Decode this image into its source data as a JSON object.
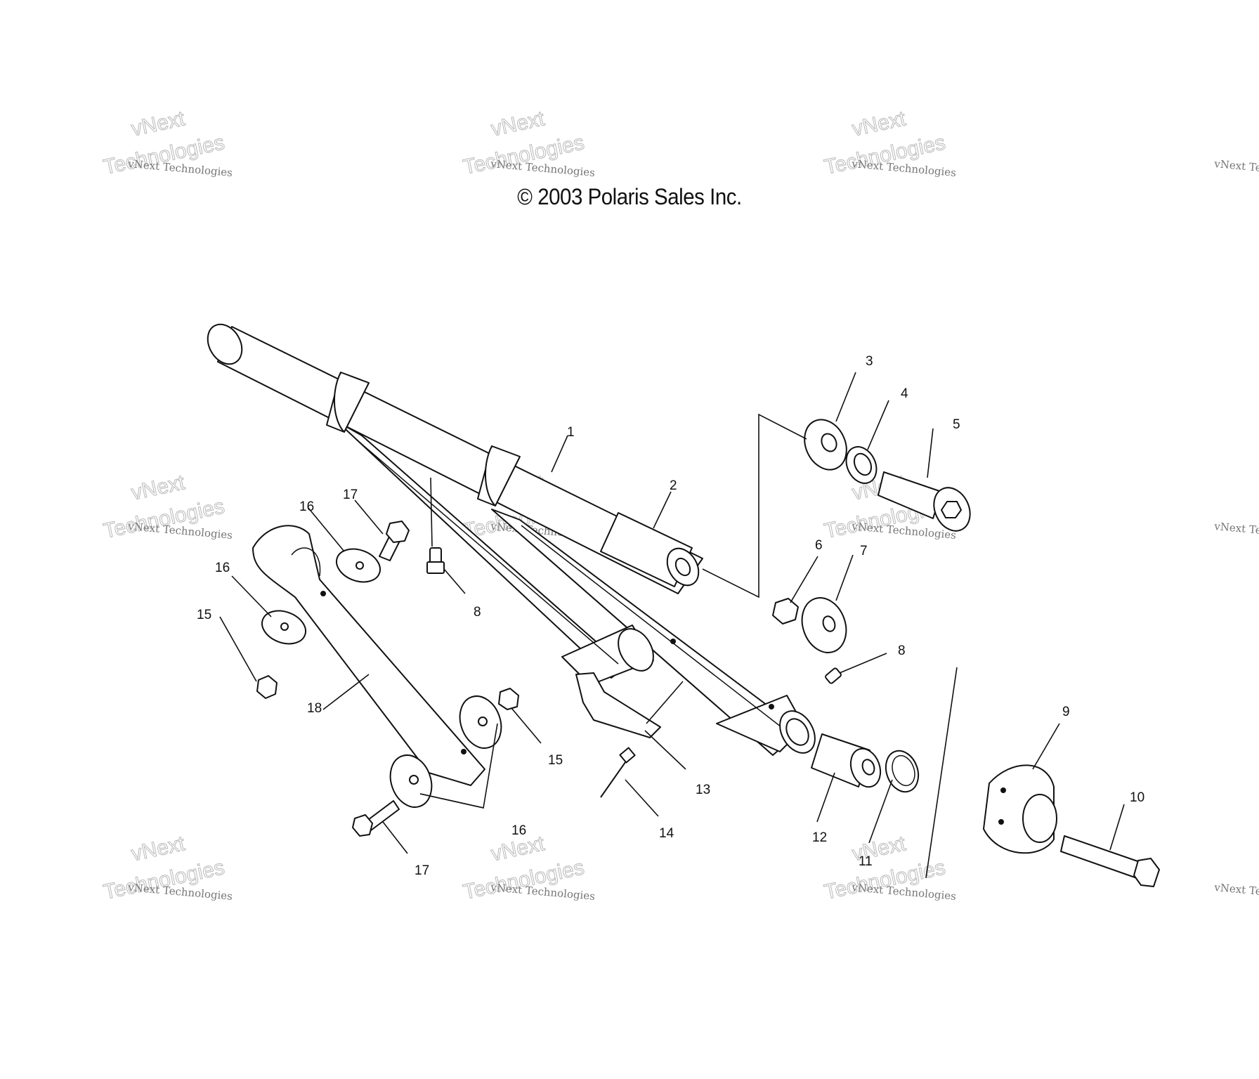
{
  "copyright": "© 2003 Polaris Sales Inc.",
  "watermark": {
    "small": "vNext Technologies",
    "big_line1": "vNext",
    "big_line2": "Technologies"
  },
  "callouts": [
    {
      "id": "c1",
      "label": "1"
    },
    {
      "id": "c2",
      "label": "2"
    },
    {
      "id": "c3",
      "label": "3"
    },
    {
      "id": "c4",
      "label": "4"
    },
    {
      "id": "c5",
      "label": "5"
    },
    {
      "id": "c6",
      "label": "6"
    },
    {
      "id": "c7",
      "label": "7"
    },
    {
      "id": "c8a",
      "label": "8"
    },
    {
      "id": "c8b",
      "label": "8"
    },
    {
      "id": "c9",
      "label": "9"
    },
    {
      "id": "c10",
      "label": "10"
    },
    {
      "id": "c11",
      "label": "11"
    },
    {
      "id": "c12",
      "label": "12"
    },
    {
      "id": "c13",
      "label": "13"
    },
    {
      "id": "c14",
      "label": "14"
    },
    {
      "id": "c15a",
      "label": "15"
    },
    {
      "id": "c15b",
      "label": "15"
    },
    {
      "id": "c16a",
      "label": "16"
    },
    {
      "id": "c16b",
      "label": "16"
    },
    {
      "id": "c16c",
      "label": "16"
    },
    {
      "id": "c17a",
      "label": "17"
    },
    {
      "id": "c17b",
      "label": "17"
    },
    {
      "id": "c18",
      "label": "18"
    }
  ]
}
